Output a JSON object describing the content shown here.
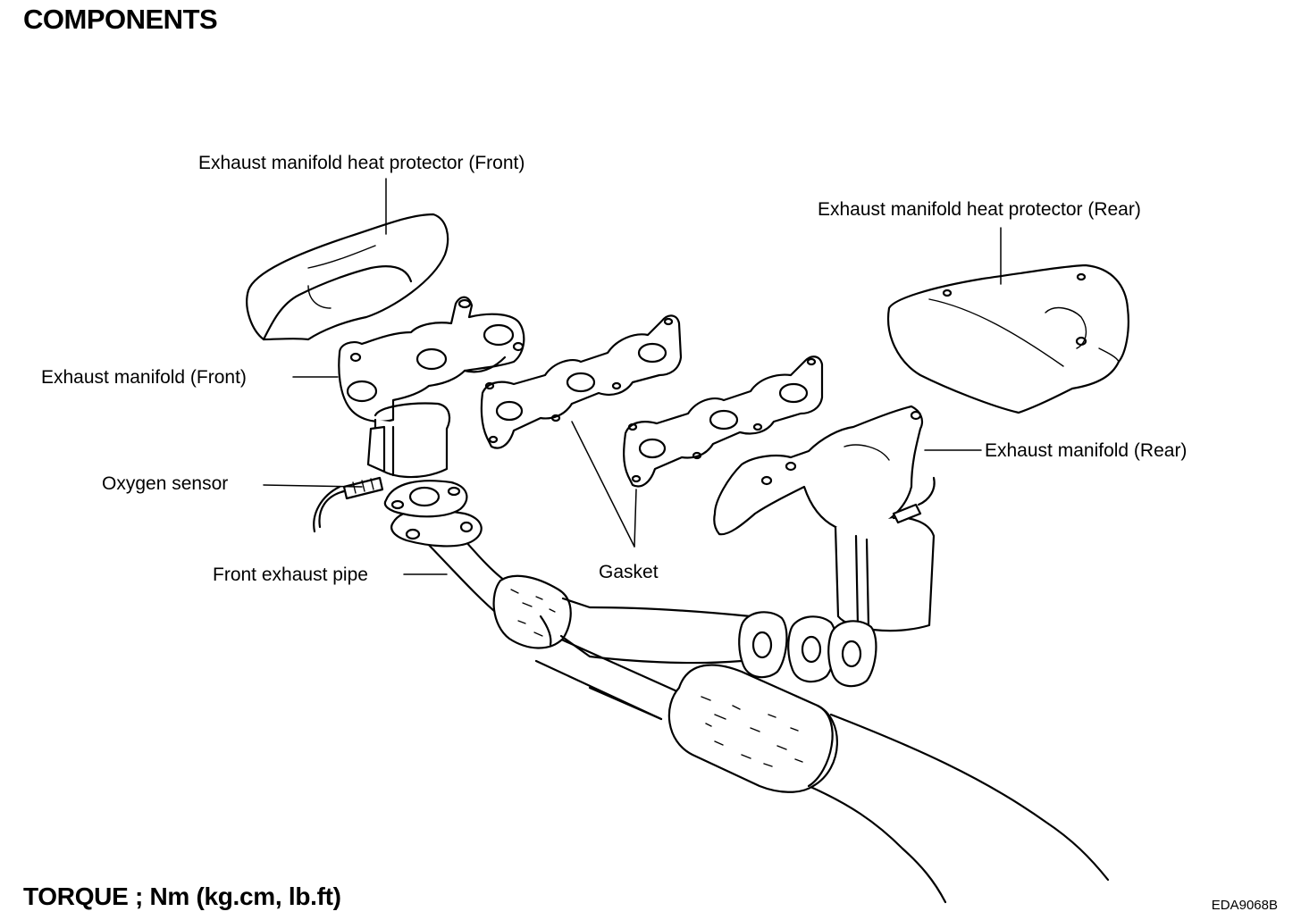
{
  "heading": {
    "title": "COMPONENTS"
  },
  "labels": {
    "heat_protector_front": "Exhaust manifold heat protector (Front)",
    "heat_protector_rear": "Exhaust manifold heat protector (Rear)",
    "manifold_front": "Exhaust manifold (Front)",
    "manifold_rear": "Exhaust manifold (Rear)",
    "oxygen_sensor": "Oxygen sensor",
    "front_exhaust_pipe": "Front exhaust pipe",
    "gasket": "Gasket"
  },
  "footer": {
    "torque": "TORQUE ; Nm (kg.cm, lb.ft)",
    "figure_code": "EDA9068B"
  }
}
